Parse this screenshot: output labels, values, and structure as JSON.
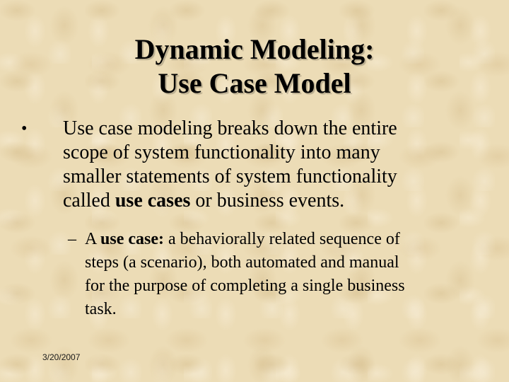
{
  "slide": {
    "title": {
      "line1": "Dynamic Modeling:",
      "line2": "Use Case Model"
    },
    "bullets": [
      {
        "marker": "•",
        "lines": [
          "Use case modeling breaks down the entire",
          "scope of system functionality into many",
          "smaller statements of system functionality"
        ],
        "last_line": {
          "pre": "called ",
          "bold": "use cases",
          "post": " or business events."
        },
        "sub_bullets": [
          {
            "marker": "–",
            "first_line": {
              "pre": "A ",
              "bold": "use case:",
              "post": " a behaviorally related sequence of"
            },
            "lines": [
              "steps (a scenario), both automated and manual",
              "for the purpose of completing a single business",
              "task."
            ]
          }
        ]
      }
    ],
    "footer": {
      "date": "3/20/2007"
    },
    "colors": {
      "background": "#ecdcb6",
      "text": "#000000"
    }
  }
}
